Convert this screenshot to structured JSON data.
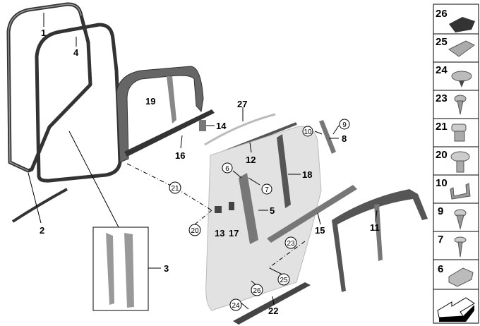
{
  "diagram": {
    "callouts": [
      "1",
      "4",
      "2",
      "3",
      "19",
      "16",
      "14",
      "27",
      "12",
      "8",
      "18",
      "5",
      "13",
      "17",
      "15",
      "11",
      "22"
    ],
    "circled": [
      "9",
      "10",
      "6",
      "7",
      "21",
      "20",
      "23",
      "25",
      "26",
      "24"
    ],
    "legend": [
      {
        "num": "26",
        "icon": "pad-icon"
      },
      {
        "num": "25",
        "icon": "clip-nut-icon"
      },
      {
        "num": "24",
        "icon": "expansion-rivet-icon"
      },
      {
        "num": "23",
        "icon": "torx-screw-icon"
      },
      {
        "num": "21",
        "icon": "square-nut-icon"
      },
      {
        "num": "20",
        "icon": "flange-screw-icon"
      },
      {
        "num": "10",
        "icon": "bracket-clip-icon"
      },
      {
        "num": "9",
        "icon": "self-tap-screw-icon"
      },
      {
        "num": "7",
        "icon": "wood-screw-icon"
      },
      {
        "num": "6",
        "icon": "cage-nut-icon"
      }
    ],
    "colors": {
      "seal": "#333333",
      "door": "#dcdcdc",
      "trim": "#555555"
    }
  }
}
